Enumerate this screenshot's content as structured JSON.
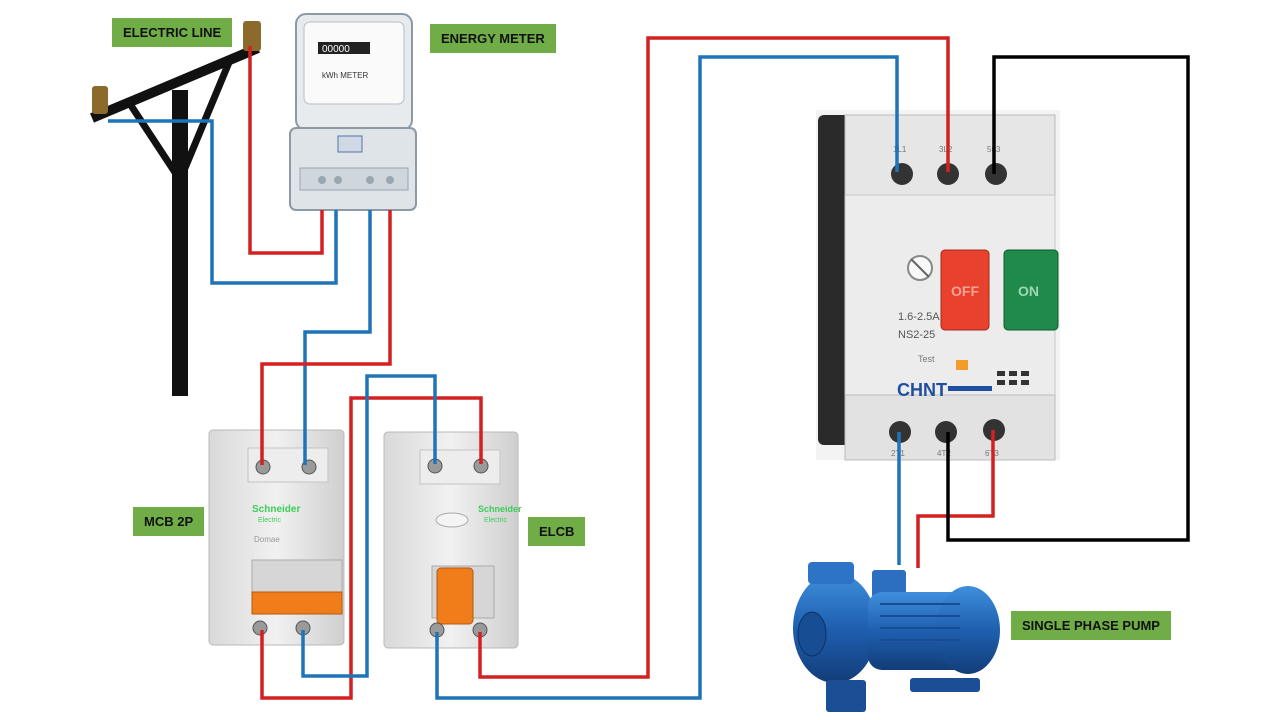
{
  "labels": {
    "electric_line": "ELECTRIC LINE",
    "energy_meter": "ENERGY METER",
    "mcb": "MCB 2P",
    "elcb": "ELCB",
    "pump": "SINGLE PHASE PUMP"
  },
  "devices": {
    "meter": {
      "brand_text": "kWh METER",
      "display": "00000"
    },
    "mcb": {
      "brand": "Schneider",
      "sub": "Electric",
      "model": "Domae"
    },
    "elcb": {
      "brand": "Schneider",
      "sub": "Electric"
    },
    "starter": {
      "brand": "CHNT",
      "model": "NS2-25",
      "range": "1.6-2.5A",
      "off_label": "OFF",
      "on_label": "ON",
      "test_label": "Test",
      "top_terminals": [
        "1L1",
        "3L2",
        "5L3"
      ],
      "bottom_terminals": [
        "2T1",
        "4T2",
        "6T3"
      ]
    }
  },
  "colors": {
    "phase_wire": "#d42020",
    "neutral_wire": "#1f74b8",
    "loop_wire": "#000000",
    "label_bg": "#70ad47",
    "pole": "#111111",
    "pump_blue": "#1f5fb0"
  }
}
